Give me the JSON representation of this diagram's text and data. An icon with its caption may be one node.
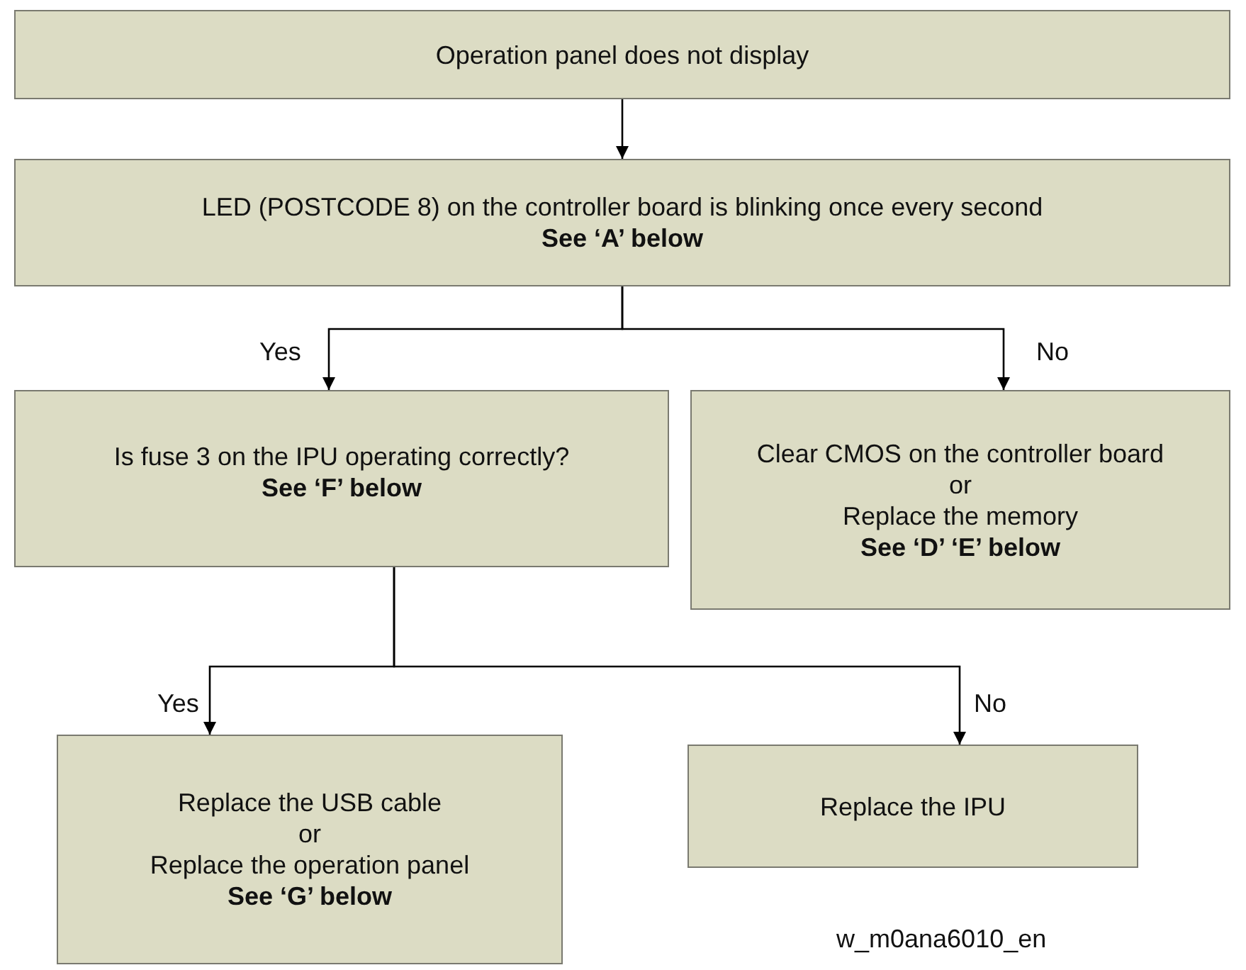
{
  "diagram": {
    "nodes": [
      {
        "text": [
          "Operation panel does not display"
        ]
      },
      {
        "text": [
          "LED (POSTCODE 8) on the controller board is blinking once every second",
          "See ‘A’ below"
        ]
      },
      {
        "text": [
          "Is fuse 3 on the IPU operating correctly?",
          "See ‘F’ below"
        ]
      },
      {
        "text": [
          "Clear CMOS on the controller board",
          "or",
          "Replace the memory",
          "See ‘D’ ‘E’ below"
        ]
      },
      {
        "text": [
          "Replace the USB cable",
          "or",
          "Replace the operation panel",
          "See ‘G’ below"
        ]
      },
      {
        "text": [
          "Replace the IPU"
        ]
      }
    ],
    "edges": [
      {
        "from": 0,
        "to": 1,
        "arrow": "to"
      },
      {
        "from": 1,
        "to": 2,
        "arrow": "to",
        "label": "Yes"
      },
      {
        "from": 1,
        "to": 3,
        "arrow": "to",
        "label": "No"
      },
      {
        "from": 2,
        "to": 4,
        "arrow": "to",
        "label": "Yes"
      },
      {
        "from": 2,
        "to": 5,
        "arrow": "to",
        "label": "No"
      }
    ],
    "labels": [
      "w_m0ana6010_en"
    ]
  }
}
